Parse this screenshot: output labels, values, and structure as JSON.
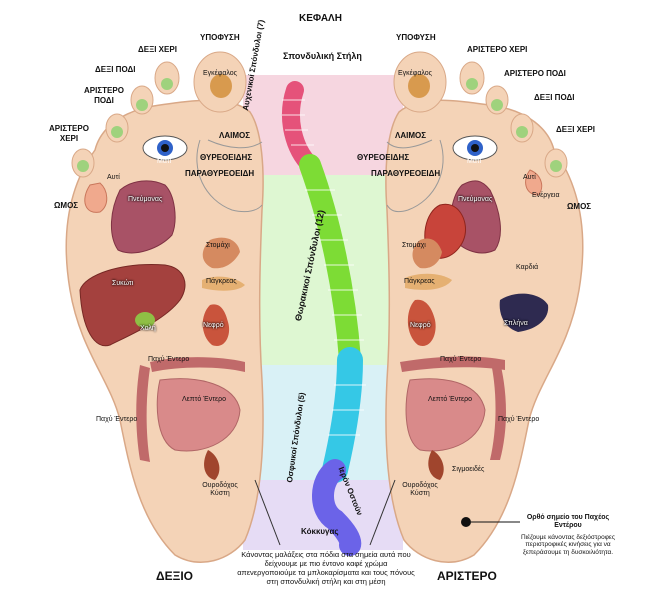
{
  "colors": {
    "skin": "#f4d3b7",
    "skin_edge": "#d9a887",
    "zone_head": "#f6d6e0",
    "zone_thoracic": "#def7d2",
    "zone_lumbar": "#d9f1f6",
    "zone_sacral": "#e6dcf5",
    "green_dot": "#9fd27d",
    "spine_cervical": "#e5527a",
    "spine_thoracic": "#7ddc35",
    "spine_lumbar": "#35c8e6",
    "spine_sacral": "#6b63e8",
    "organ_red": "#a4413e",
    "organ_pink": "#d58686",
    "organ_dark": "#2e2a50"
  },
  "labels": {
    "head": "ΚΕΦΑΛΗ",
    "spine": "Σπονδυλική Στήλη",
    "right_foot": {
      "pituitary": "ΥΠΟΦΥΣΗ",
      "right_hand": "ΔΕΞΙ ΧΕΡΙ",
      "right_foot": "ΔΕΞΙ ΠΟΔΙ",
      "left_foot": "ΑΡΙΣΤΕΡΟ ΠΟΔΙ",
      "left_hand": "ΑΡΙΣΤΕΡΟ ΧΕΡΙ",
      "shoulder": "ΩΜΟΣ",
      "brain": "Εγκέφαλος",
      "eyes": "Μάτι",
      "ear": "Αυτί",
      "throat": "ΛΑΙΜΟΣ",
      "thyroid": "ΘΥΡΕΟΕΙΔΗΣ",
      "parathyroid": "ΠΑΡΑΘΥΡΕΟΕΙΔΗ",
      "lungs": "Πνεύμονας",
      "stomach": "Στομάχι",
      "pancreas": "Πάγκρεας",
      "liver": "Συκώτι",
      "gall": "Χολή",
      "kidney": "Νεφρό",
      "colon1": "Παχύ Έντερο",
      "small_int": "Λεπτό Έντερο",
      "colon2": "Παχύ Έντερο",
      "bladder": "Ουροδόχος Κύστη",
      "name": "ΔΕΞΙΟ"
    },
    "left_foot": {
      "pituitary": "ΥΠΟΦΥΣΗ",
      "left_hand": "ΑΡΙΣΤΕΡΟ ΧΕΡΙ",
      "left_foot": "ΑΡΙΣΤΕΡΟ ΠΟΔΙ",
      "right_foot": "ΔΕΞΙ ΠΟΔΙ",
      "right_hand": "ΔΕΞΙ ΧΕΡΙ",
      "shoulder": "ΩΜΟΣ",
      "brain": "Εγκέφαλος",
      "eyes": "Μάτι",
      "ear": "Αυτί",
      "energy": "Ενέργεια",
      "throat": "ΛΑΙΜΟΣ",
      "thyroid": "ΘΥΡΕΟΕΙΔΗΣ",
      "parathyroid": "ΠΑΡΑΘΥΡΕΟΕΙΔΗ",
      "lungs": "Πνεύμονας",
      "stomach": "Στομάχι",
      "heart": "Καρδιά",
      "pancreas": "Πάγκρεας",
      "kidney": "Νεφρό",
      "spleen": "Σπλήνα",
      "colon1": "Παχύ Έντερο",
      "small_int": "Λεπτό Έντερο",
      "colon2": "Παχύ Έντερο",
      "sigmoid": "Σιγμοειδές",
      "bladder": "Ουροδόχος Κύστη",
      "name": "ΑΡΙΣΤΕΡΟ"
    },
    "vertebrae": {
      "cervical": "Αυχενικοί Σπόνδυλοι (7)",
      "thoracic": "Θωρακικοί Σπόνδυλοι (12)",
      "lumbar": "Οσφυικοί Σπόνδυλοι (5)",
      "sacrum": "Ιερόν Οστούν",
      "coccyx": "Κόκκυγας"
    },
    "note_bottom": "Κάνοντας μαλάξεις στα πόδια στα σημεία αυτά που δείχνουμε με πιο έντονο καφέ χρώμα απενεργοποιούμε τα μπλοκαρίσματα και τους πόνους στη σπονδυλική στήλη και στη μέση",
    "colon_point_title": "Ορθό σημείο του Παχέος Εντέρου",
    "colon_point_text": "Πιέζουμε κάνοντας δεξιόστροφες περιστροφικές κινήσεις για να ξεπεράσουμε τη δυσκοιλιότητα."
  }
}
